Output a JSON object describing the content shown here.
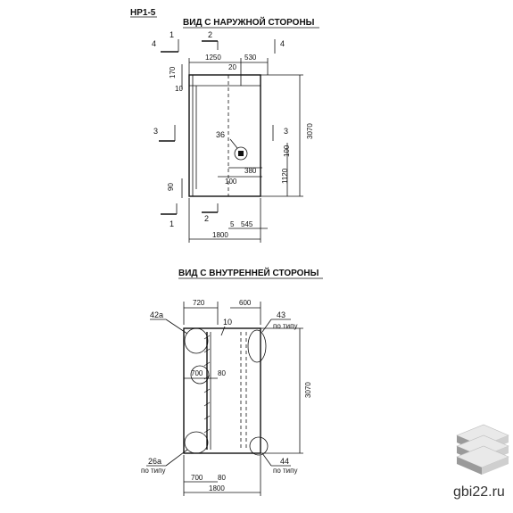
{
  "sheet": {
    "code": "НР1-5",
    "view_outer_title": "ВИД С НАРУЖНОЙ СТОРОНЫ",
    "view_inner_title": "ВИД С ВНУТРЕННЕЙ СТОРОНЫ"
  },
  "outer_view": {
    "section_marks": [
      "1",
      "2",
      "3",
      "4",
      "1",
      "2",
      "3",
      "4"
    ],
    "dims_top": [
      "1250",
      "530",
      "20"
    ],
    "dims_left": [
      "170",
      "10",
      "90"
    ],
    "dims_right": [
      "3070",
      "100",
      "1120"
    ],
    "dims_inner": [
      "380",
      "100"
    ],
    "dims_bottom": [
      "5",
      "545",
      "1800"
    ],
    "callout": "36"
  },
  "inner_view": {
    "dims_top": [
      "720",
      "600",
      "10"
    ],
    "dims_middle": [
      "700",
      "80"
    ],
    "dims_right": [
      "3070"
    ],
    "dims_bottom": [
      "700",
      "80",
      "1800"
    ],
    "callouts": [
      {
        "id": "42a",
        "note": ""
      },
      {
        "id": "43",
        "note": "по типу"
      },
      {
        "id": "26a",
        "note": "по типу"
      },
      {
        "id": "44",
        "note": "по типу"
      }
    ]
  },
  "watermark": {
    "text": "gbi22.ru",
    "colors": [
      "#9a9a9a",
      "#cfcfcf",
      "#e9e9e9"
    ]
  }
}
